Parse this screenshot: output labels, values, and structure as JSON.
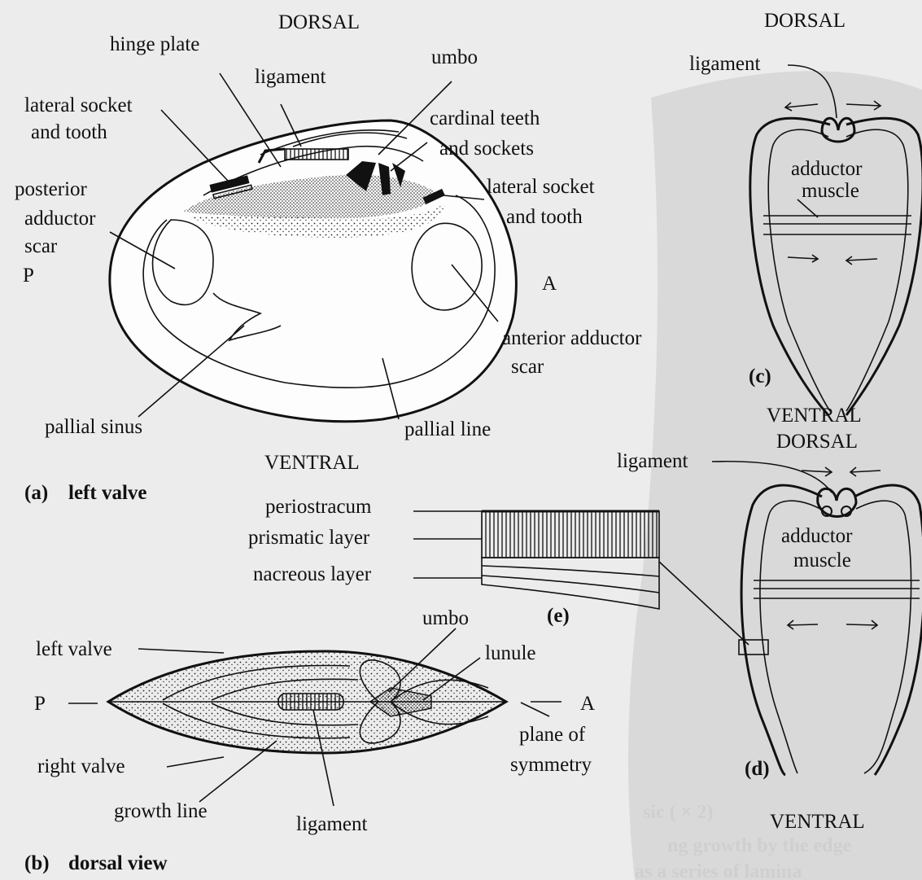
{
  "panels": {
    "a": {
      "title_letter": "(a)",
      "title": "left valve",
      "dorsal": "DORSAL",
      "ventral": "VENTRAL",
      "posterior": "P",
      "anterior": "A",
      "labels": {
        "hinge_plate": "hinge plate",
        "ligament": "ligament",
        "umbo": "umbo",
        "lateral_socket_post_1": "lateral socket",
        "lateral_socket_post_2": "and tooth",
        "cardinal_1": "cardinal teeth",
        "cardinal_2": "and sockets",
        "lateral_socket_ant_1": "lateral socket",
        "lateral_socket_ant_2": "and tooth",
        "post_adductor_1": "posterior",
        "post_adductor_2": "adductor",
        "post_adductor_3": "scar",
        "ant_adductor_1": "anterior adductor",
        "ant_adductor_2": "scar",
        "pallial_sinus": "pallial sinus",
        "pallial_line": "pallial line"
      }
    },
    "b": {
      "title_letter": "(b)",
      "title": "dorsal view",
      "posterior": "P",
      "anterior": "A",
      "labels": {
        "left_valve": "left valve",
        "umbo": "umbo",
        "lunule": "lunule",
        "plane_1": "plane of",
        "plane_2": "symmetry",
        "right_valve": "right valve",
        "growth_line": "growth line",
        "ligament": "ligament"
      }
    },
    "c": {
      "title_letter": "(c)",
      "dorsal": "DORSAL",
      "ventral": "VENTRAL",
      "ligament": "ligament",
      "adductor_1": "adductor",
      "adductor_2": "muscle"
    },
    "d": {
      "title_letter": "(d)",
      "dorsal": "DORSAL",
      "ventral": "VENTRAL",
      "ligament": "ligament",
      "adductor_1": "adductor",
      "adductor_2": "muscle"
    },
    "e": {
      "title_letter": "(e)",
      "labels": {
        "periostracum": "periostracum",
        "prismatic": "prismatic layer",
        "nacreous": "nacreous layer"
      }
    }
  },
  "bleed_through": {
    "line_1": "sic ( × 2)",
    "line_2": "ng growth by the edge",
    "line_3": "as a series of lamina"
  },
  "colors": {
    "ink": "#111111",
    "paper": "#ececec"
  }
}
